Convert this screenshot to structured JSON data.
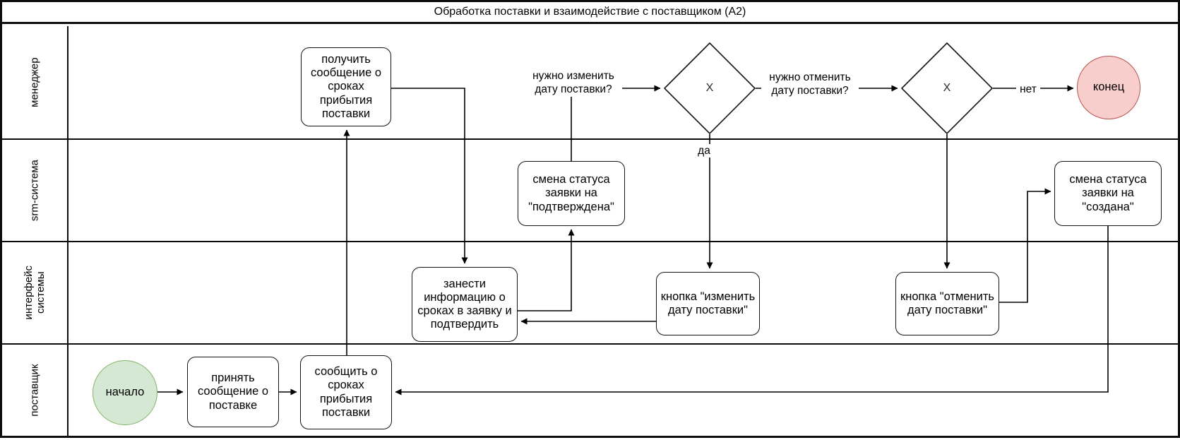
{
  "title": "Обработка поставки и взаимодействие с поставщиком (А2)",
  "lanes": [
    {
      "label": "менеджер"
    },
    {
      "label": "srm-система"
    },
    {
      "label": "интерфейс системы"
    },
    {
      "label": "поставщик"
    }
  ],
  "nodes": {
    "start": {
      "label": "начало",
      "fill": "#d5e8d4",
      "stroke": "#82b366"
    },
    "end": {
      "label": "конец",
      "fill": "#f8cecc",
      "stroke": "#b85450"
    },
    "receive_message": {
      "label": "получить сообщение о сроках прибытия поставки"
    },
    "gateway1": {
      "label": "X"
    },
    "gateway2": {
      "label": "X"
    },
    "status_confirmed": {
      "label": "смена статуса заявки на \"подтверждена\""
    },
    "status_created": {
      "label": "смена статуса заявки на \"создана\""
    },
    "enter_info": {
      "label": "занести информацию о сроках в заявку и подтвердить"
    },
    "change_date_button": {
      "label": "кнопка \"изменить дату поставки\""
    },
    "cancel_date_button": {
      "label": "кнопка \"отменить дату поставки\""
    },
    "accept_message": {
      "label": "принять сообщение о поставке"
    },
    "report_terms": {
      "label": "сообщить о сроках прибытия поставки"
    }
  },
  "edge_labels": {
    "need_change": "нужно изменить дату поставки?",
    "need_cancel": "нужно отменить дату поставки?",
    "yes": "да",
    "no": "нет"
  }
}
